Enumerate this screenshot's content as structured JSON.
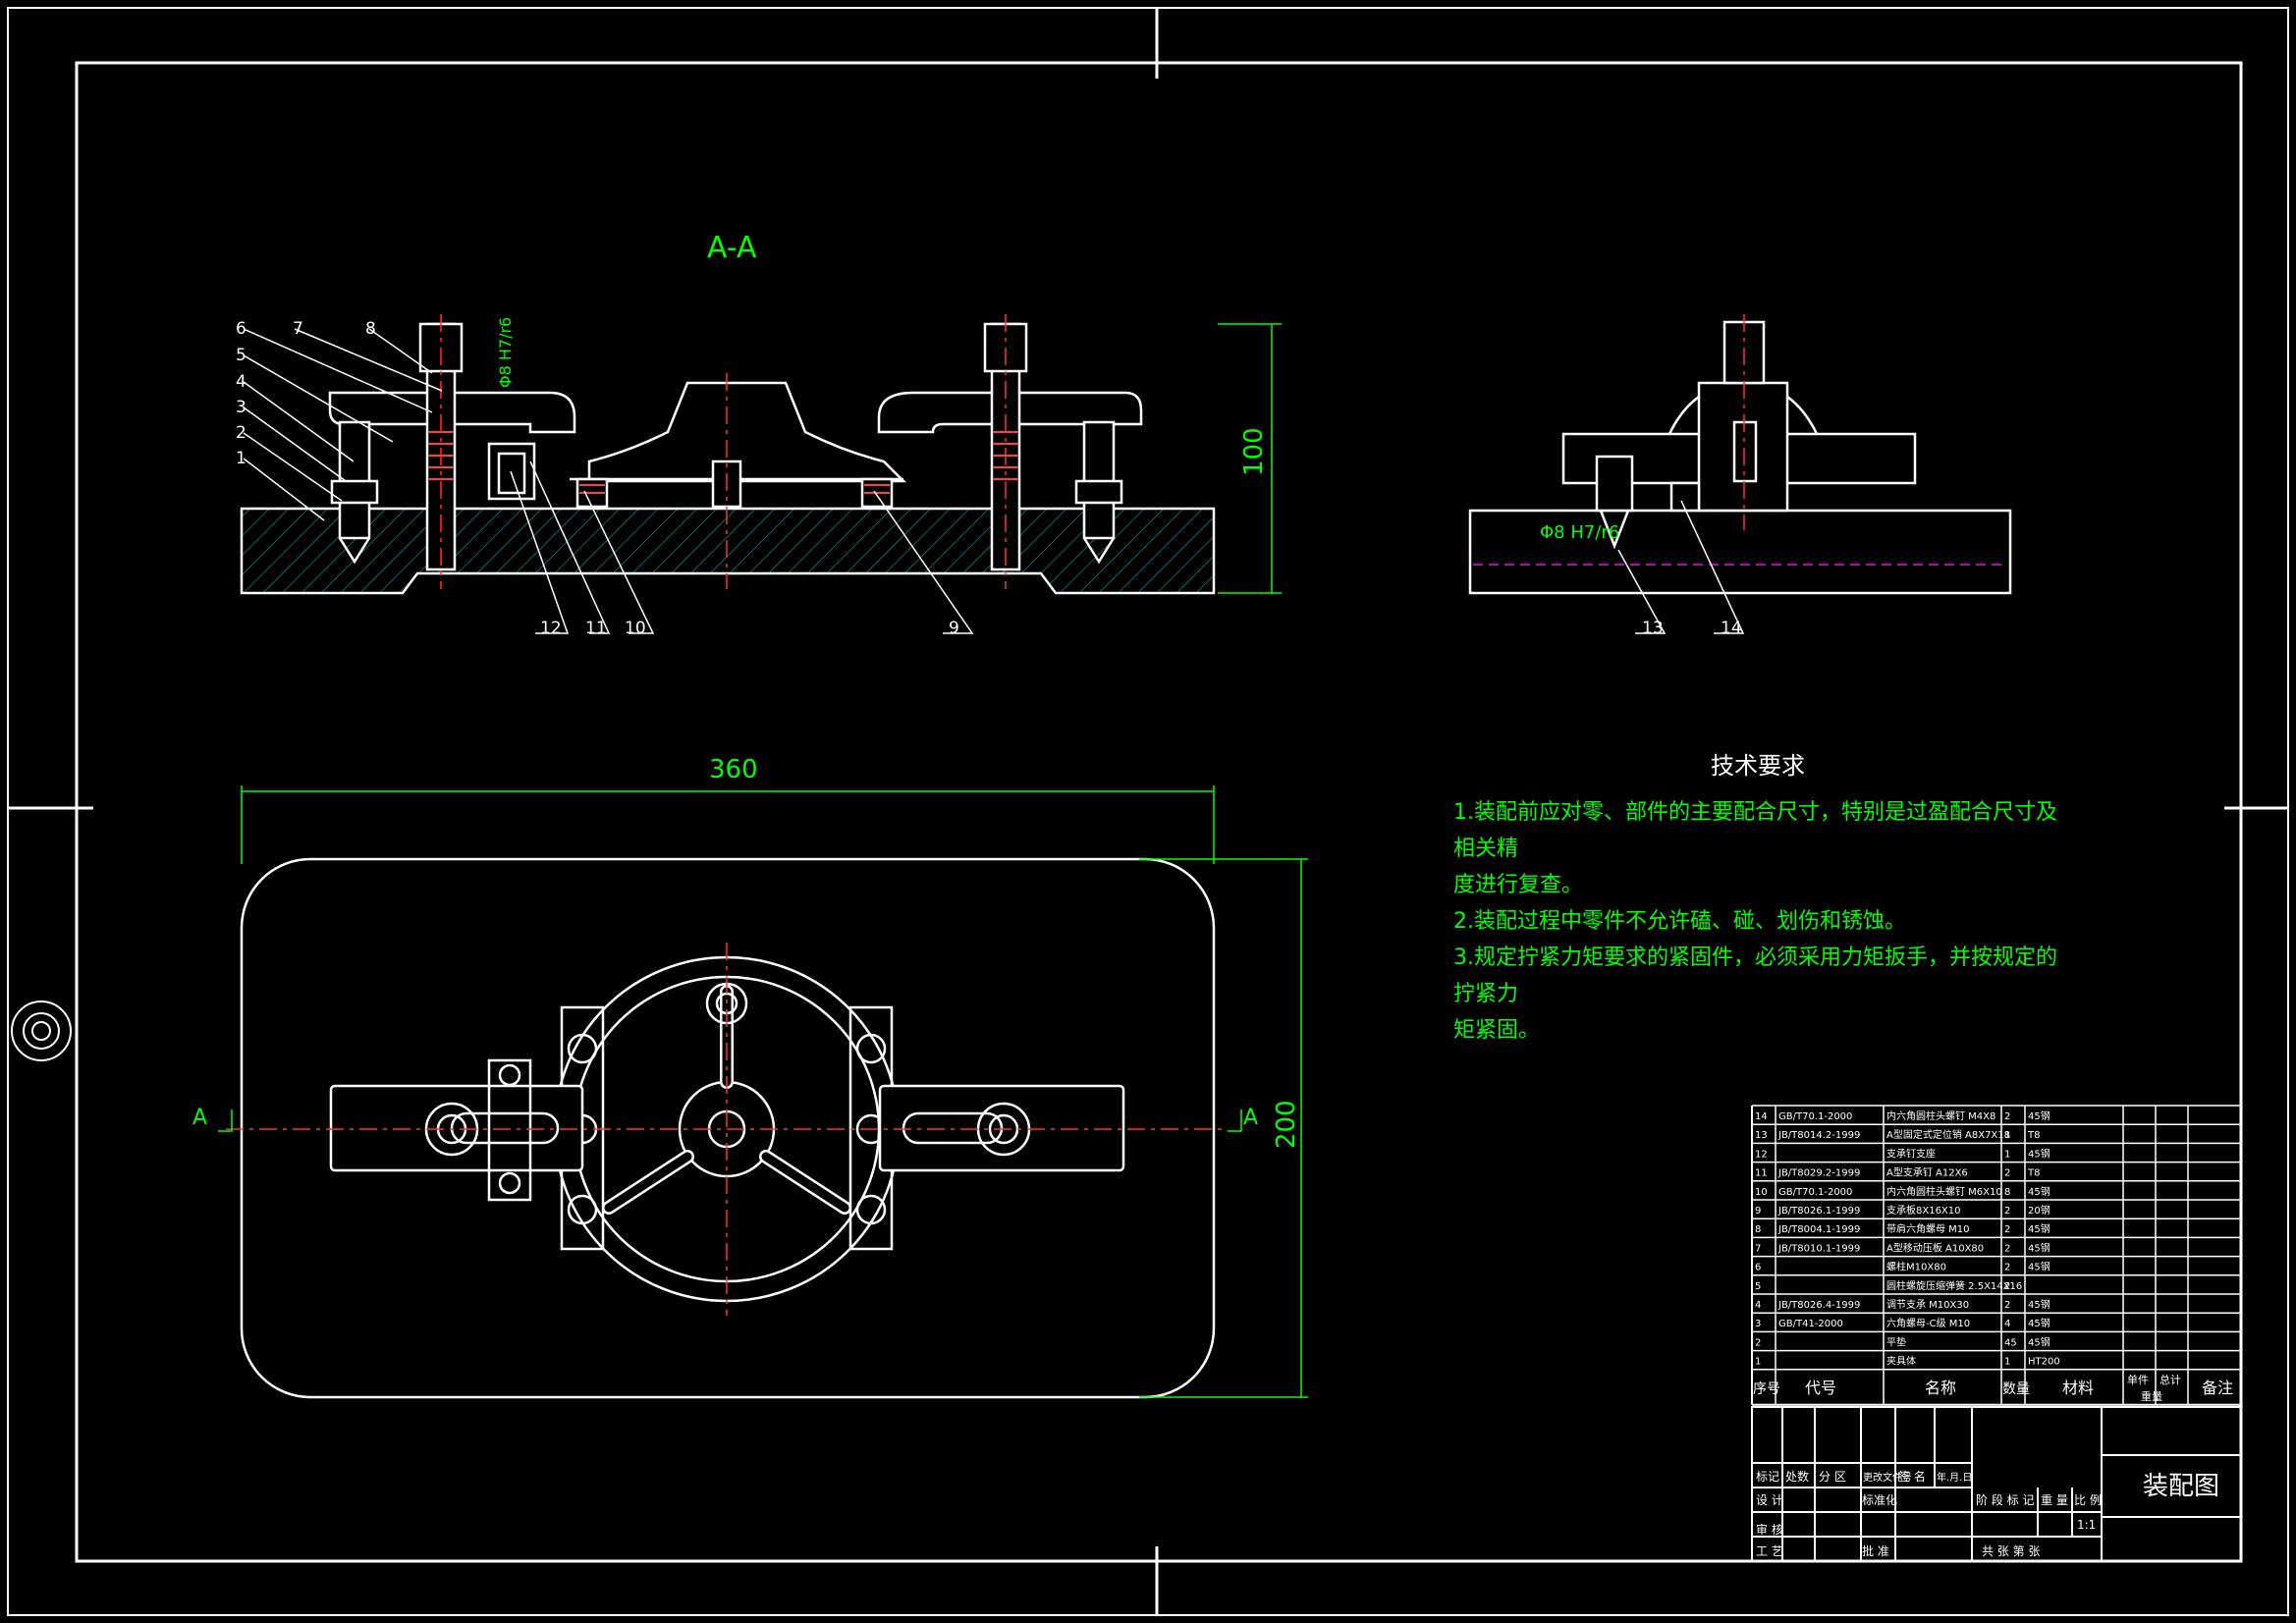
{
  "view_labels": {
    "section": "A-A",
    "arrow_left": "A",
    "arrow_right": "A"
  },
  "dimensions": {
    "length": "360",
    "width": "200",
    "height": "100",
    "fit_section": "Φ8 H7/r6",
    "fit_side": "Φ8 H7/r6"
  },
  "balloons": [
    "1",
    "2",
    "3",
    "4",
    "5",
    "6",
    "7",
    "8",
    "9",
    "10",
    "11",
    "12",
    "13",
    "14"
  ],
  "tech_requirements": {
    "title": "技术要求",
    "lines": [
      "1.装配前应对零、部件的主要配合尺寸，特别是过盈配合尺寸及相关精",
      "度进行复查。",
      "2.装配过程中零件不允许磕、碰、划伤和锈蚀。",
      "3.规定拧紧力矩要求的紧固件，必须采用力矩扳手，并按规定的拧紧力",
      "矩紧固。"
    ]
  },
  "bom": {
    "rows": [
      {
        "no": "14",
        "code": "GB/T70.1-2000",
        "name": "内六角圆柱头螺钉 M4X8",
        "qty": "2",
        "mat": "45钢"
      },
      {
        "no": "13",
        "code": "JB/T8014.2-1999",
        "name": "A型固定式定位销 A8X7X18",
        "qty": "1",
        "mat": "T8"
      },
      {
        "no": "12",
        "code": "",
        "name": "支承钉支座",
        "qty": "1",
        "mat": "45钢"
      },
      {
        "no": "11",
        "code": "JB/T8029.2-1999",
        "name": "A型支承钉 A12X6",
        "qty": "2",
        "mat": "T8"
      },
      {
        "no": "10",
        "code": "GB/T70.1-2000",
        "name": "内六角圆柱头螺钉 M6X10",
        "qty": "8",
        "mat": "45钢"
      },
      {
        "no": "9",
        "code": "JB/T8026.1-1999",
        "name": "支承板8X16X10",
        "qty": "2",
        "mat": "20钢"
      },
      {
        "no": "8",
        "code": "JB/T8004.1-1999",
        "name": "带肩六角螺母 M10",
        "qty": "2",
        "mat": "45钢"
      },
      {
        "no": "7",
        "code": "JB/T8010.1-1999",
        "name": "A型移动压板 A10X80",
        "qty": "2",
        "mat": "45钢"
      },
      {
        "no": "6",
        "code": "",
        "name": "螺柱M10X80",
        "qty": "2",
        "mat": "45钢"
      },
      {
        "no": "5",
        "code": "",
        "name": "圆柱螺旋压缩弹簧 2.5X14X16",
        "qty": "2",
        "mat": ""
      },
      {
        "no": "4",
        "code": "JB/T8026.4-1999",
        "name": "调节支承 M10X30",
        "qty": "2",
        "mat": "45钢"
      },
      {
        "no": "3",
        "code": "GB/T41-2000",
        "name": "六角螺母-C级 M10",
        "qty": "4",
        "mat": "45钢"
      },
      {
        "no": "2",
        "code": "",
        "name": "平垫",
        "qty": "45",
        "mat": "45钢"
      },
      {
        "no": "1",
        "code": "",
        "name": "夹具体",
        "qty": "1",
        "mat": "HT200"
      }
    ],
    "header": {
      "no": "序号",
      "code": "代号",
      "name": "名称",
      "qty": "数量",
      "mat": "材料",
      "unit": "单件",
      "total": "总计",
      "weight": "重量",
      "remark": "备注"
    }
  },
  "title_block": {
    "drawing_title": "装配图",
    "scale": "1:1",
    "labels": {
      "mark": "标记",
      "count": "处数",
      "zone": "分 区",
      "doc": "更改文件号",
      "sign": "签 名",
      "date": "年.月.日",
      "design": "设 计",
      "standard": "标准化",
      "stage": "阶 段 标 记",
      "weight": "重 量",
      "ratio": "比 例",
      "review": "审 核",
      "process": "工 艺",
      "approve": "批 准",
      "sheets": "共  张  第  张"
    }
  },
  "colors": {
    "outline": "#ffffff",
    "dimension": "#00ff00",
    "hatch": "#00b0a0",
    "centerline": "#ff3030",
    "hidden": "#ff00ff",
    "spring": "#ff4040"
  }
}
